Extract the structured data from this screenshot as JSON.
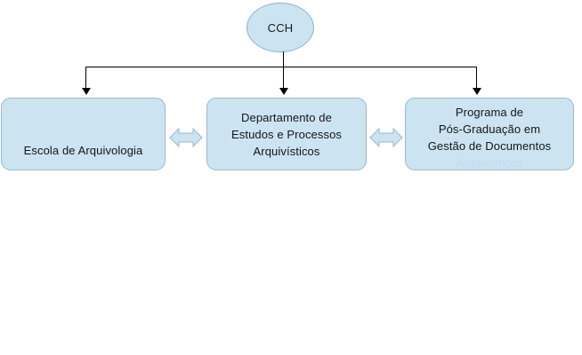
{
  "diagram": {
    "title_node": {
      "label": "CCH",
      "shape": "ellipse"
    },
    "boxes": [
      {
        "name": "escola-de-arquivologia",
        "label": "Escola de Arquivologia",
        "lines": [
          "Escola de Arquivologia"
        ]
      },
      {
        "name": "departamento-de-estudos-e-processos-arquivisticos",
        "label": "Departamento de\nEstudos e Processos\nArquivísticos",
        "lines": [
          "Departamento de",
          "Estudos e Processos",
          "Arquivísticos"
        ]
      },
      {
        "name": "programa-de-pos-graduacao-em-gestao-de-documentos",
        "label": "Programa de\nPós-Graduação em\nGestão de Documentos",
        "lines": [
          "Programa de",
          "Pós-Graduação em",
          "Gestão de Documentos"
        ],
        "clipped_line": "Arquivísticos"
      }
    ],
    "connectors": {
      "root_to_boxes": "tree-bus-with-down-arrows",
      "between_boxes": "bidirectional-arrow"
    },
    "colors": {
      "node_fill": "#cce4f2",
      "node_border": "#9bb8cc",
      "ellipse_border": "#8fb0c6",
      "line": "#000000",
      "text": "#141414",
      "background": "#ffffff"
    }
  }
}
